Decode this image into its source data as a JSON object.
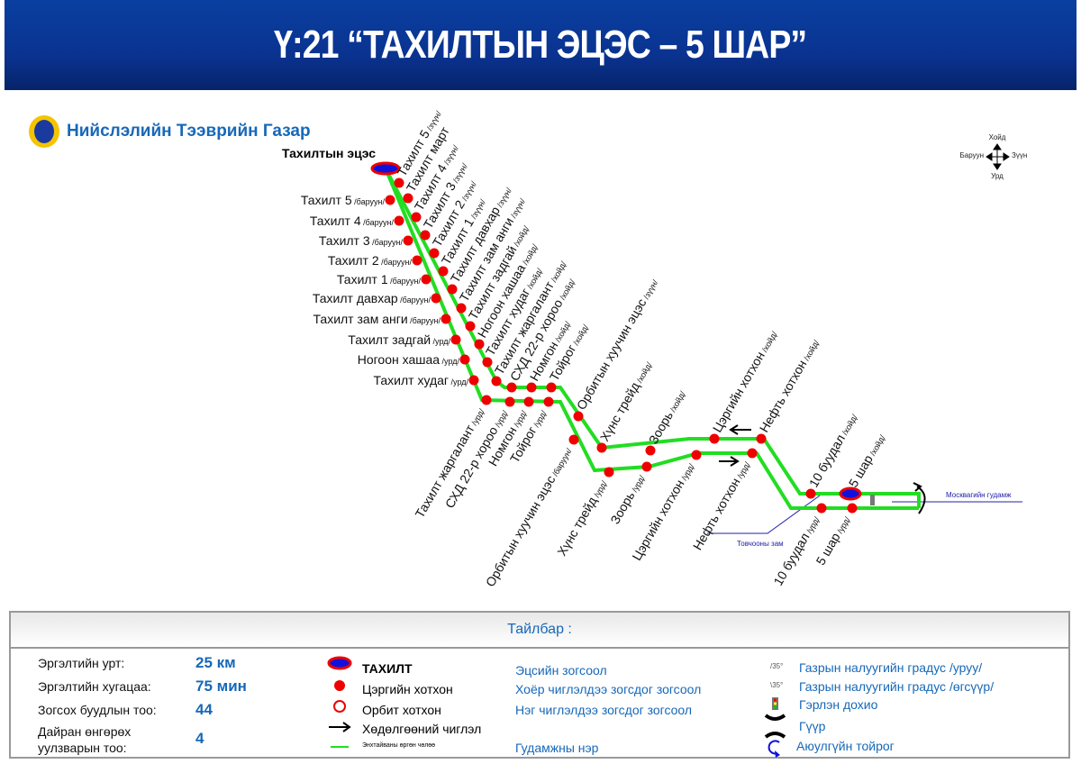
{
  "title": "Ү:21 “ТАХИЛТЫН ЭЦЭС – 5 ШАР”",
  "organization": "Нийслэлийн Тээврийн Газар",
  "compass": {
    "north": "Хойд",
    "south": "Урд",
    "west": "Баруун",
    "east": "Зүүн"
  },
  "terminus_label": "Тахилтын эцэс",
  "upper_stops": [
    "Тахилт 5 /зүүн/",
    "Тахилт март",
    "Тахилт 4 /зүүн/",
    "Тахилт 3 /зүүн/",
    "Тахилт 2 /зүүн/",
    "Тахилт 1 /зүүн/",
    "Тахилт давхар /зүүн/",
    "Тахилт зам анги /зүүн/",
    "Тахилт задгай /хойд/",
    "Ногоон хашаа /хойд/",
    "Тахилт худаг /хойд/",
    "Тахилт жаргалант /хойд/",
    "СХД 22-р хороо /хойд/",
    "Номгон /хойд/",
    "Тойрог /хойд/",
    "Орбитын хуучин эцэс /зүүн/",
    "Хүнс трейд /хойд/",
    "Зоорь /хойд/",
    "Цэргийн хотхон /хойд/",
    "Нефть хотхон /хойд/",
    "10 буудал /хойд/",
    "5 шар /хойд/"
  ],
  "west_stops": [
    "Тахилт 5 /баруун/",
    "Тахилт 4 /баруун/",
    "Тахилт 3 /баруун/",
    "Тахилт 2 /баруун/",
    "Тахилт 1 /баруун/",
    "Тахилт давхар /баруун/",
    "Тахилт зам анги /баруун/",
    "Тахилт задгай /урд/",
    "Ногоон хашаа /урд/",
    "Тахилт худаг /урд/"
  ],
  "lower_stops": [
    "Тахилт жаргалант /урд/",
    "СХД 22-р хороо /урд/",
    "Номгон /урд/",
    "Тойрог /урд/",
    "Орбитын хуучин эцэс /баруун/",
    "Хүнс трейд /урд/",
    "Зоорь /урд/",
    "Цэргийн хотхон /урд/",
    "Нефть хотхон /урд/",
    "10 буудал /урд/",
    "5 шар /урд/"
  ],
  "streets": {
    "shortcut": "Товчооны зам",
    "moscow": "Москвагийн гудамж"
  },
  "colors": {
    "route": "#22dd22",
    "stop": "#ee0000",
    "terminal_fill": "#1010dd",
    "street": "#2020aa"
  },
  "legend": {
    "title": "Тайлбар :",
    "stats": [
      {
        "label": "Эргэлтийн урт:",
        "value": "25 км"
      },
      {
        "label": "Эргэлтийн хугацаа:",
        "value": "75 мин"
      },
      {
        "label": "Зогсох буудлын тоо:",
        "value": "44"
      },
      {
        "label": "Дайран өнгөрөх уулзварын тоо:",
        "value": "4"
      }
    ],
    "symbols": [
      "ТАХИЛТ",
      "Цэргийн хотхон",
      "Орбит хотхон",
      "Хөдөлгөөний чиглэл",
      "Энхтайваны өргөн чөлөө"
    ],
    "stop_types": [
      "Эцсийн зогсоол",
      "Хоёр чиглэлдээ зогсдог зогсоол",
      "Нэг чиглэлдээ зогсдог зогсоол",
      "Гудамжны нэр"
    ],
    "slope_up_mark": "/35°",
    "slope_down_mark": "\\35°",
    "features": [
      "Газрын налуугийн градус /уруу/",
      "Газрын налуугийн градус /өгсүүр/",
      "Гэрлэн дохио",
      "Гүүр",
      "Аюулгүйн тойрог"
    ]
  }
}
